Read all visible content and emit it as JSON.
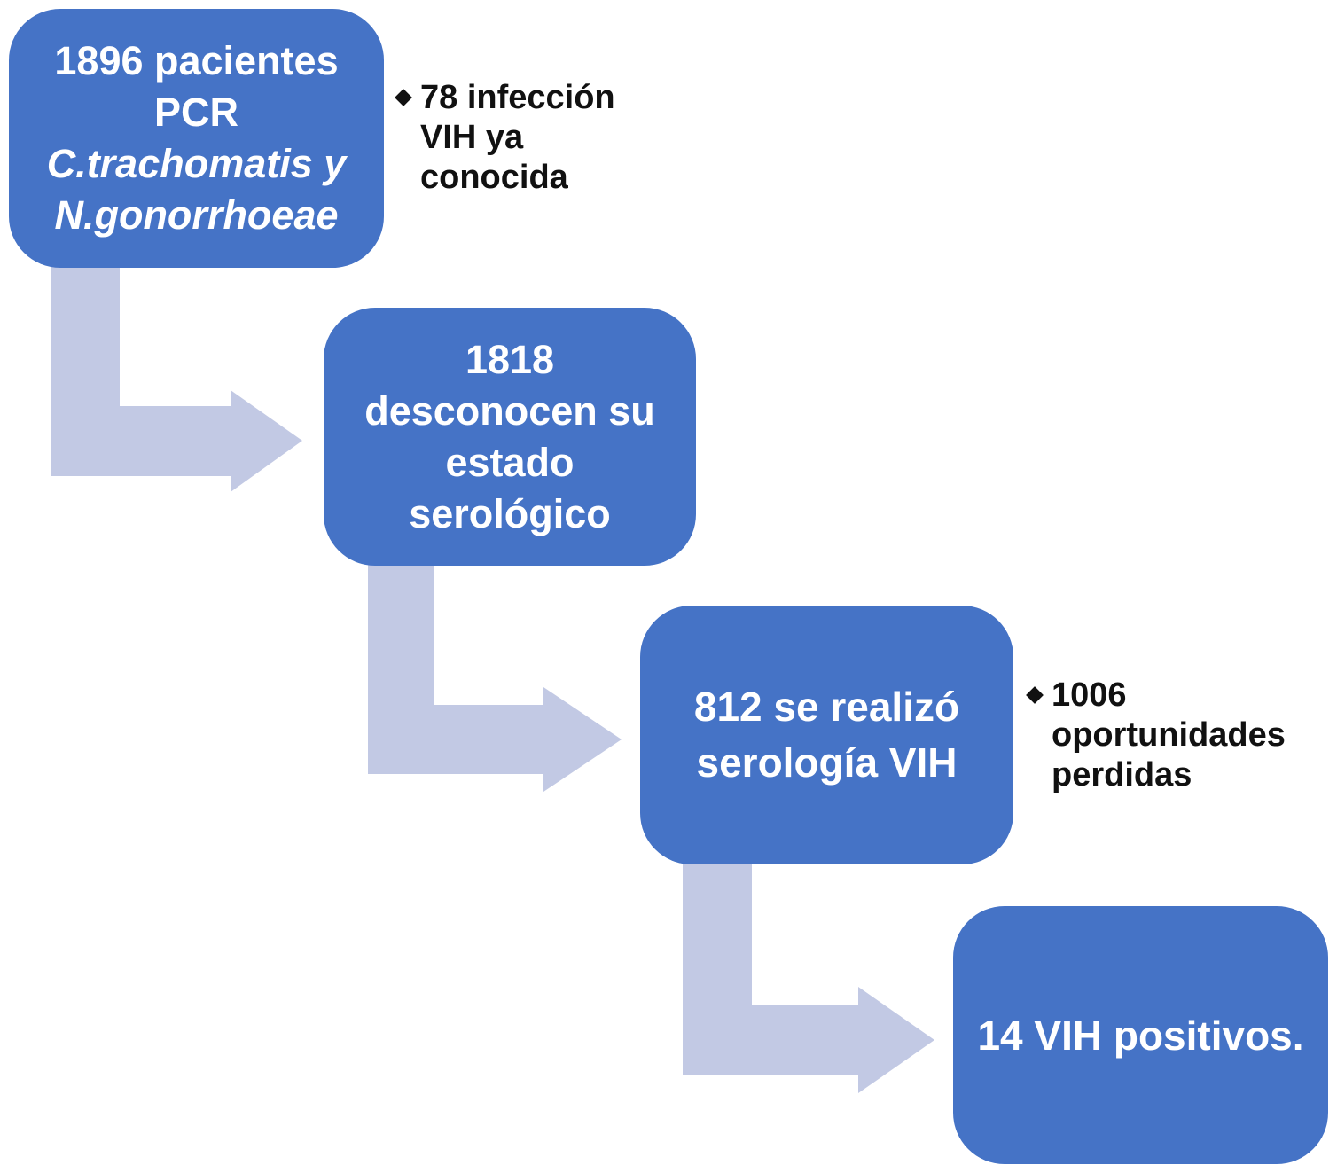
{
  "colors": {
    "box_fill": "#4573C6",
    "box_text": "#FFFFFF",
    "arrow_fill": "#C2C9E4",
    "annotation_text": "#111111",
    "background": "#FFFFFF"
  },
  "flowchart": {
    "boxes": [
      {
        "id": "step-1",
        "lines": [
          "1896 pacientes",
          "PCR",
          "C.trachomatis y",
          "N.gonorrhoeae"
        ]
      },
      {
        "id": "step-2",
        "lines": [
          "1818",
          "desconocen su",
          "estado",
          "serológico"
        ]
      },
      {
        "id": "step-3",
        "lines": [
          "812 se realizó",
          "serología VIH"
        ]
      },
      {
        "id": "step-4",
        "lines": [
          "14 VIH positivos."
        ]
      }
    ],
    "annotations": [
      {
        "bullet_icon": "diamond-bullet",
        "lines": [
          "78 infección",
          "VIH ya",
          "conocida"
        ]
      },
      {
        "bullet_icon": "diamond-bullet",
        "lines": [
          "1006",
          "oportunidades",
          "perdidas"
        ]
      }
    ]
  }
}
